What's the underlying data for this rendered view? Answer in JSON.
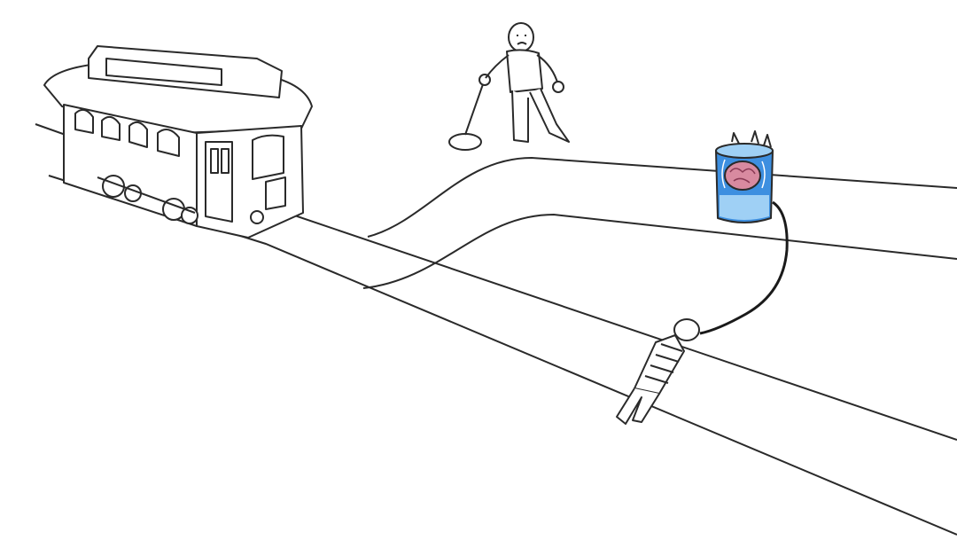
{
  "scene": {
    "elements": [
      "trolley",
      "main-track",
      "branch-track",
      "person-at-lever",
      "lever",
      "brain-in-vat",
      "person-tied-to-track",
      "cable"
    ]
  },
  "colors": {
    "background": "#ffffff",
    "ink": "#2a2a2a",
    "vat_blue": "#3d8fe0",
    "vat_light": "#9fd0f5",
    "brain_pink": "#d88aa0"
  }
}
